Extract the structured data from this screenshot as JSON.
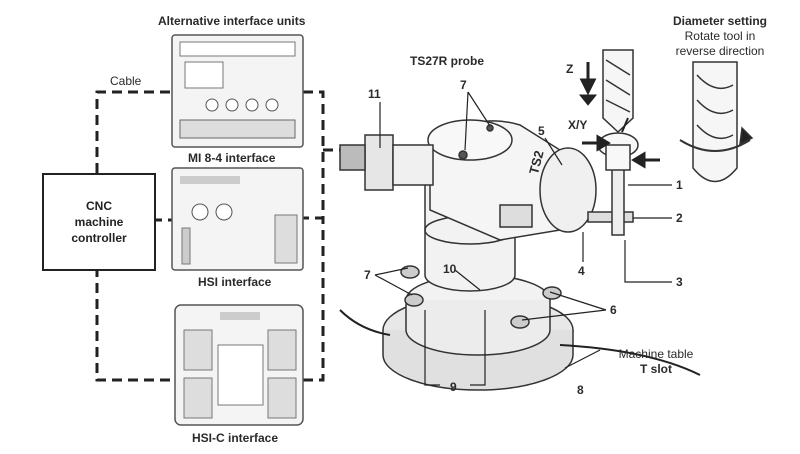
{
  "labels": {
    "alt_units": "Alternative interface units",
    "cable": "Cable",
    "probe": "TS27R probe",
    "diameter_title": "Diameter setting",
    "diameter_line1": "Rotate tool in",
    "diameter_line2": "reverse direction",
    "z_axis": "Z",
    "xy_axis": "X/Y",
    "mi84": "MI 8-4 interface",
    "hsi": "HSI interface",
    "hsic": "HSI-C interface",
    "controller_line1": "CNC",
    "controller_line2": "machine",
    "controller_line3": "controller",
    "machine_table1": "Machine table",
    "machine_table2": "T slot",
    "probe_face_text": "TS2"
  },
  "callouts": {
    "n1": "1",
    "n2": "2",
    "n3": "3",
    "n4": "4",
    "n5": "5",
    "n6": "6",
    "n7a": "7",
    "n7b": "7",
    "n8": "8",
    "n9": "9",
    "n10": "10",
    "n11": "11"
  },
  "colors": {
    "line": "#222222",
    "device_fill": "#f2f2f2",
    "device_stroke": "#555555"
  }
}
